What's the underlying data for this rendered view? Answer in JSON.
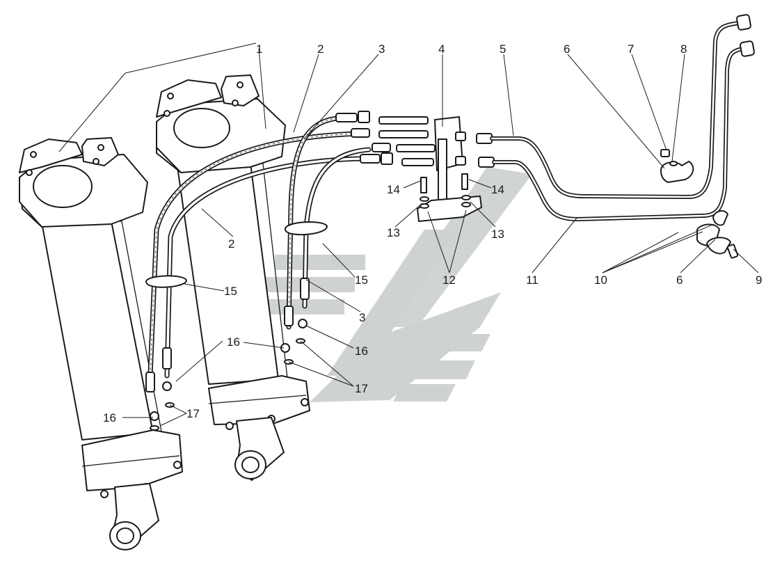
{
  "diagram": {
    "colors": {
      "ink": "#1a1a1a",
      "watermark": "#cfd3d0",
      "background": "#ffffff"
    },
    "callouts": [
      {
        "id": "c1",
        "label": "1"
      },
      {
        "id": "c2a",
        "label": "2"
      },
      {
        "id": "c2b",
        "label": "2"
      },
      {
        "id": "c3a",
        "label": "3"
      },
      {
        "id": "c3b",
        "label": "3"
      },
      {
        "id": "c4",
        "label": "4"
      },
      {
        "id": "c5",
        "label": "5"
      },
      {
        "id": "c6a",
        "label": "6"
      },
      {
        "id": "c6b",
        "label": "6"
      },
      {
        "id": "c7",
        "label": "7"
      },
      {
        "id": "c8",
        "label": "8"
      },
      {
        "id": "c9",
        "label": "9"
      },
      {
        "id": "c10",
        "label": "10"
      },
      {
        "id": "c11",
        "label": "11"
      },
      {
        "id": "c12",
        "label": "12"
      },
      {
        "id": "c13a",
        "label": "13"
      },
      {
        "id": "c13b",
        "label": "13"
      },
      {
        "id": "c14a",
        "label": "14"
      },
      {
        "id": "c14b",
        "label": "14"
      },
      {
        "id": "c15a",
        "label": "15"
      },
      {
        "id": "c15b",
        "label": "15"
      },
      {
        "id": "c16a",
        "label": "16"
      },
      {
        "id": "c16b",
        "label": "16"
      },
      {
        "id": "c16c",
        "label": "16"
      },
      {
        "id": "c17a",
        "label": "17"
      },
      {
        "id": "c17b",
        "label": "17"
      }
    ]
  }
}
